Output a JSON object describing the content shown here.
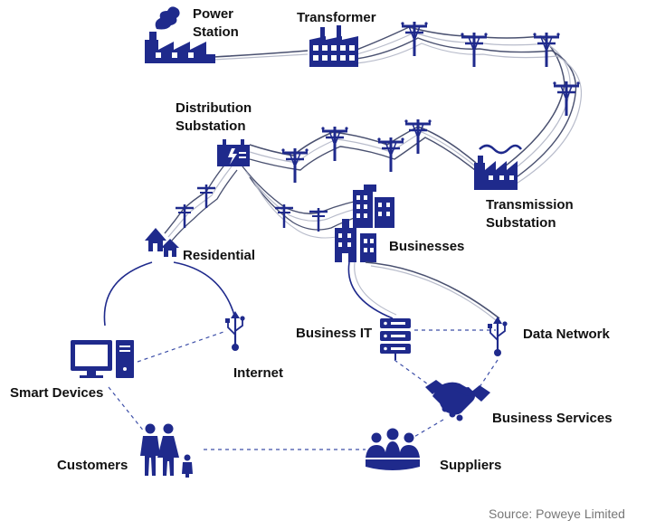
{
  "colors": {
    "icon": "#1f2a8c",
    "line_dark": "#4a5170",
    "line_light": "#b8bccb",
    "dashed": "#3d4fa8",
    "label": "#111111",
    "source_text": "#777777"
  },
  "labels": {
    "power_station_line1": "Power",
    "power_station_line2": "Station",
    "transformer": "Transformer",
    "distribution_line1": "Distribution",
    "distribution_line2": "Substation",
    "transmission_line1": "Transmission",
    "transmission_line2": "Substation",
    "residential": "Residential",
    "businesses": "Businesses",
    "business_it": "Business IT",
    "data_network": "Data Network",
    "internet": "Internet",
    "smart_devices": "Smart Devices",
    "business_services": "Business Services",
    "customers": "Customers",
    "suppliers": "Suppliers"
  },
  "icons": [
    "power-station-icon",
    "transformer-factory-icon",
    "transmission-substation-icon",
    "distribution-substation-icon",
    "utility-pole-icon",
    "house-icon",
    "office-buildings-icon",
    "server-icon",
    "usb-icon",
    "computer-icon",
    "handshake-icon",
    "family-icon",
    "people-group-icon"
  ],
  "source": "Source: Poweye Limited"
}
